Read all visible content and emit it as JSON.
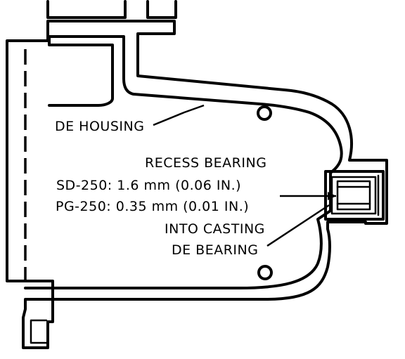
{
  "diagram": {
    "labels": {
      "de_housing": "DE HOUSING",
      "recess_bearing": "RECESS BEARING",
      "sd_spec": "SD-250: 1.6 mm (0.06 IN.)",
      "pg_spec": "PG-250: 0.35 mm (0.01 IN.)",
      "into_casting": "INTO CASTING",
      "de_bearing": "DE BEARING"
    },
    "line_color": "#000000",
    "background": "#ffffff"
  }
}
